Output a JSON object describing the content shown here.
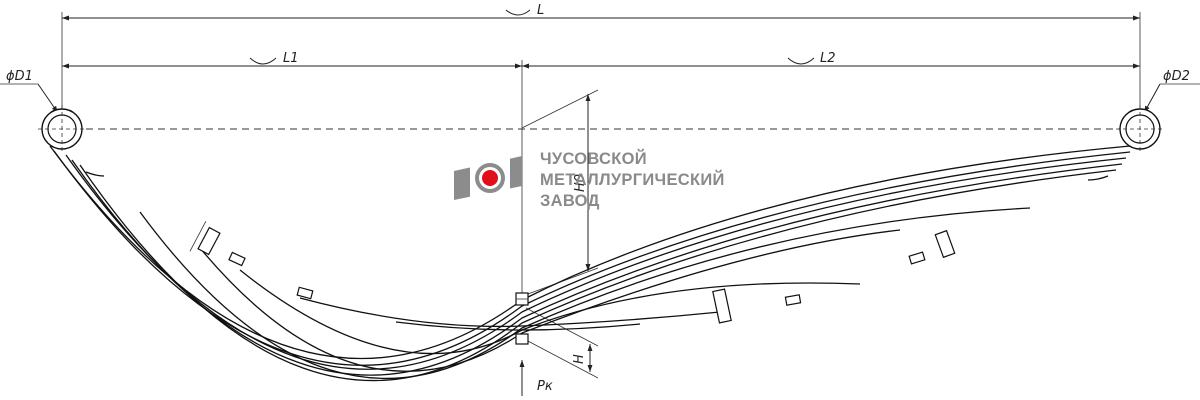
{
  "drawing": {
    "title": "",
    "dimensions": {
      "L": "L",
      "L1": "L1",
      "L2": "L2",
      "D1": "ϕD1",
      "D2": "ϕD2",
      "H0": "H0",
      "H": "H",
      "Pk": "Pк"
    }
  },
  "logo": {
    "line1": "ЧУСОВСКОЙ",
    "line2": "МЕТАЛЛУРГИЧЕСКИЙ",
    "line3": "ЗАВОД",
    "colors": {
      "mark": "#8c8c8c",
      "dot": "#e10f1a",
      "text": "#8a8a8a"
    }
  }
}
